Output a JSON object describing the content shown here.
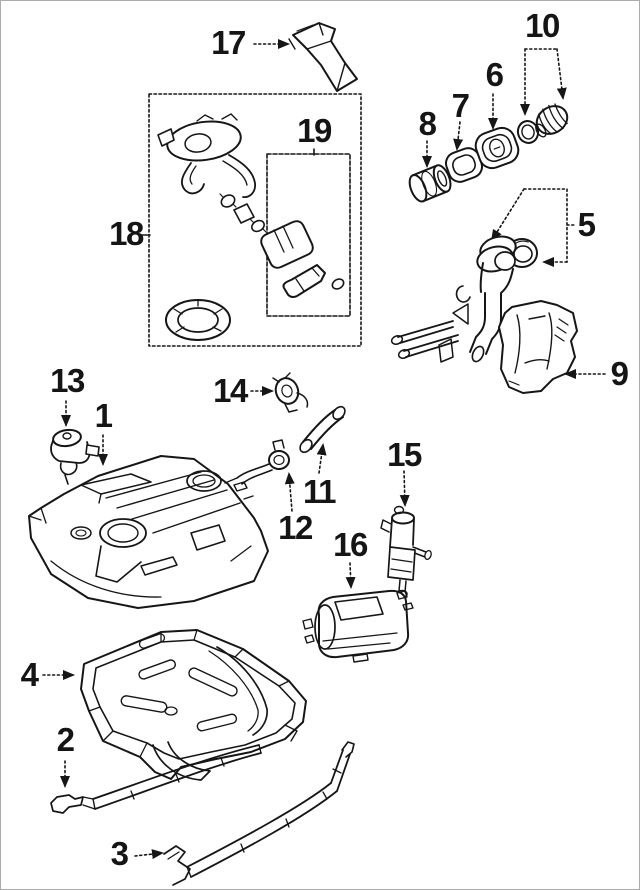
{
  "figure": {
    "kind": "parts-diagram"
  },
  "colors": {
    "ink": "#161616",
    "paper": "#ffffff",
    "frame": "#ababab"
  },
  "callouts": [
    {
      "num": "1"
    },
    {
      "num": "2"
    },
    {
      "num": "3"
    },
    {
      "num": "4"
    },
    {
      "num": "5"
    },
    {
      "num": "6"
    },
    {
      "num": "7"
    },
    {
      "num": "8"
    },
    {
      "num": "9"
    },
    {
      "num": "10"
    },
    {
      "num": "11"
    },
    {
      "num": "12"
    },
    {
      "num": "13"
    },
    {
      "num": "14"
    },
    {
      "num": "15"
    },
    {
      "num": "16"
    },
    {
      "num": "17"
    },
    {
      "num": "18"
    },
    {
      "num": "19"
    }
  ]
}
